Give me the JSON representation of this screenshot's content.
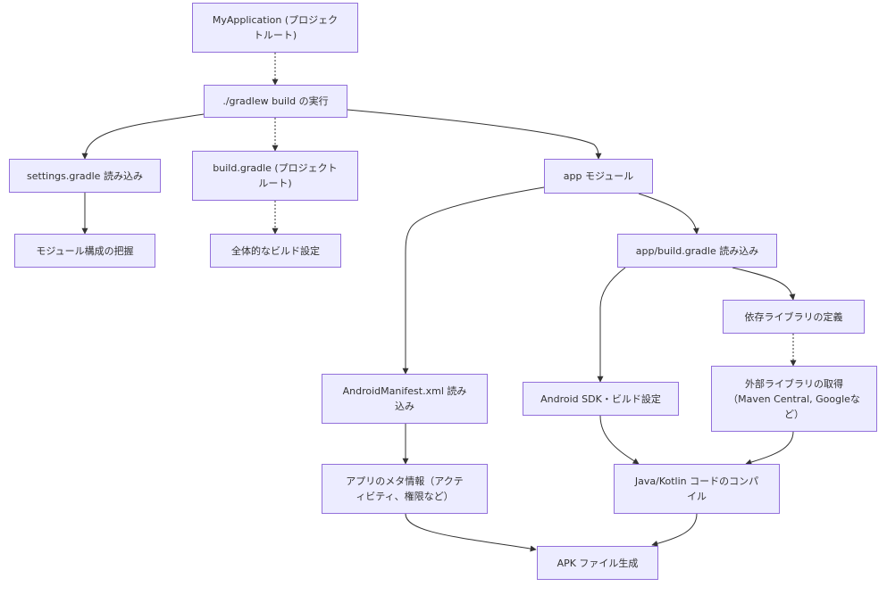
{
  "diagram": {
    "colors": {
      "node_fill": "#ECECFF",
      "node_border": "#9370DB",
      "edge": "#333333",
      "text": "#333333"
    },
    "nodes": {
      "root": "MyApplication (プロジェク\nトルート)",
      "gradlew": "./gradlew build の実行",
      "settings": "settings.gradle 読み込み",
      "build_root": "build.gradle (プロジェクト\nルート)",
      "app_module": "app モジュール",
      "module_structure": "モジュール構成の把握",
      "overall_build": "全体的なビルド設定",
      "app_build_gradle": "app/build.gradle 読み込み",
      "dependencies_def": "依存ライブラリの定義",
      "external_libs": "外部ライブラリの取得\n（Maven Central, Googleな\nど）",
      "manifest": "AndroidManifest.xml 読み\n込み",
      "sdk_settings": "Android SDK・ビルド設定",
      "meta_info": "アプリのメタ情報（アクテ\nィビティ、権限など）",
      "compile": "Java/Kotlin コードのコンパ\nイル",
      "apk": "APK ファイル生成"
    }
  }
}
